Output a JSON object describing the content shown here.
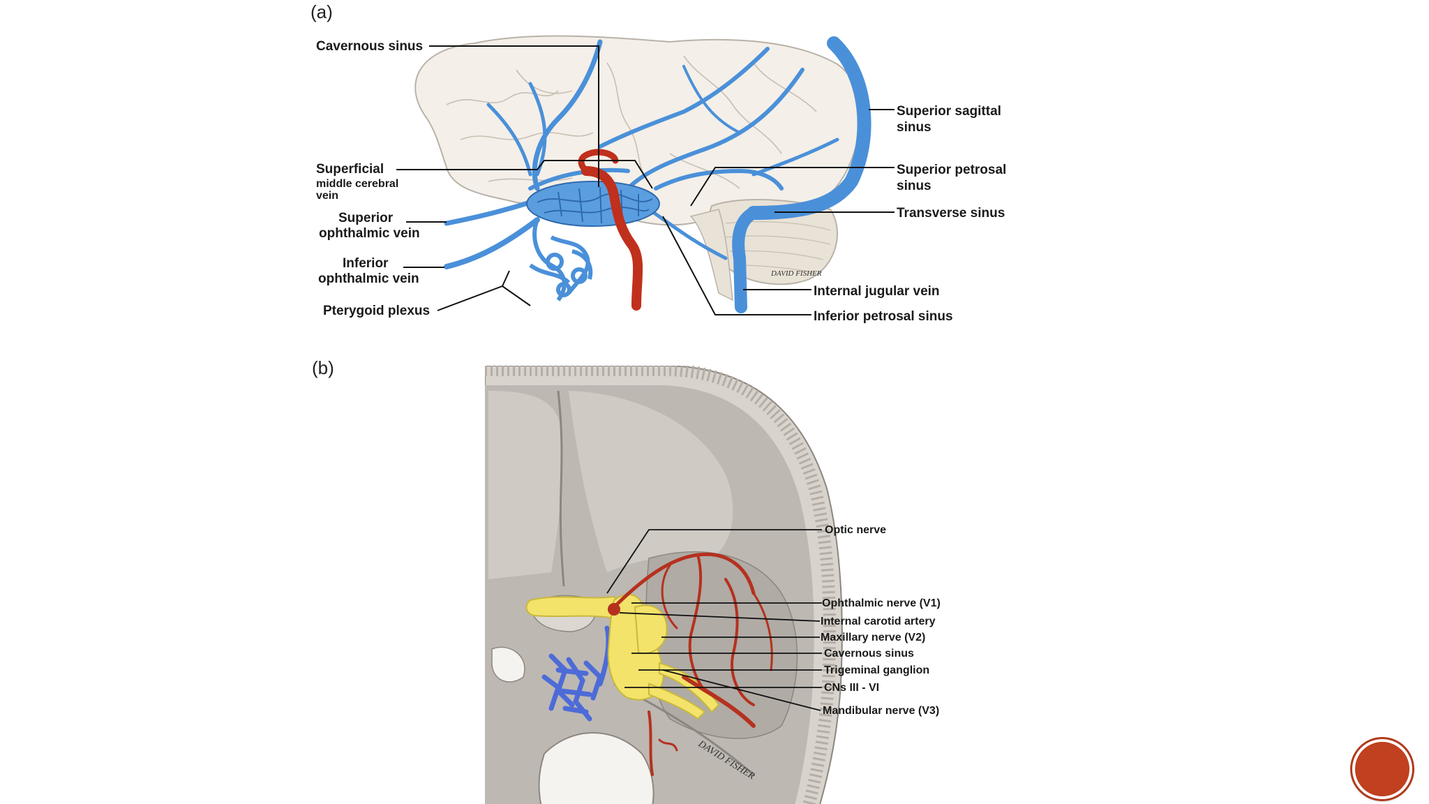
{
  "panels": {
    "a": {
      "letter": "(a)",
      "labels": {
        "cavernous_sinus": "Cavernous sinus",
        "superficial_1": "Superficial",
        "superficial_2": "middle cerebral",
        "superficial_3": "vein",
        "sup_ophthalmic_1": "Superior",
        "sup_ophthalmic_2": "ophthalmic vein",
        "inf_ophthalmic_1": "Inferior",
        "inf_ophthalmic_2": "ophthalmic vein",
        "pterygoid_plexus": "Pterygoid plexus",
        "sup_sagittal_1": "Superior sagittal",
        "sup_sagittal_2": "sinus",
        "sup_petrosal_1": "Superior petrosal",
        "sup_petrosal_2": "sinus",
        "transverse_sinus": "Transverse sinus",
        "internal_jugular": "Internal jugular vein",
        "inf_petrosal": "Inferior petrosal sinus"
      },
      "signature": "DAVID FISHER"
    },
    "b": {
      "letter": "(b)",
      "labels": {
        "optic_nerve": "Optic nerve",
        "ophthalmic_nerve": "Ophthalmic nerve (V1)",
        "internal_carotid": "Internal carotid artery",
        "maxillary_nerve": "Maxillary nerve (V2)",
        "cavernous_sinus": "Cavernous sinus",
        "trigeminal_ganglion": "Trigeminal ganglion",
        "cns": "CNs III - VI",
        "mandibular_nerve": "Mandibular nerve (V3)"
      },
      "signature": "DAVID FISHER"
    }
  },
  "colors": {
    "vein_blue": "#4a90d9",
    "artery_red": "#c0301c",
    "nerve_yellow": "#f3e36a",
    "brain": "#f3efe9",
    "bone": "#c9c5c0",
    "nav_dot": "#c0401f"
  },
  "nav": {
    "icon": "next-slide-dot"
  }
}
